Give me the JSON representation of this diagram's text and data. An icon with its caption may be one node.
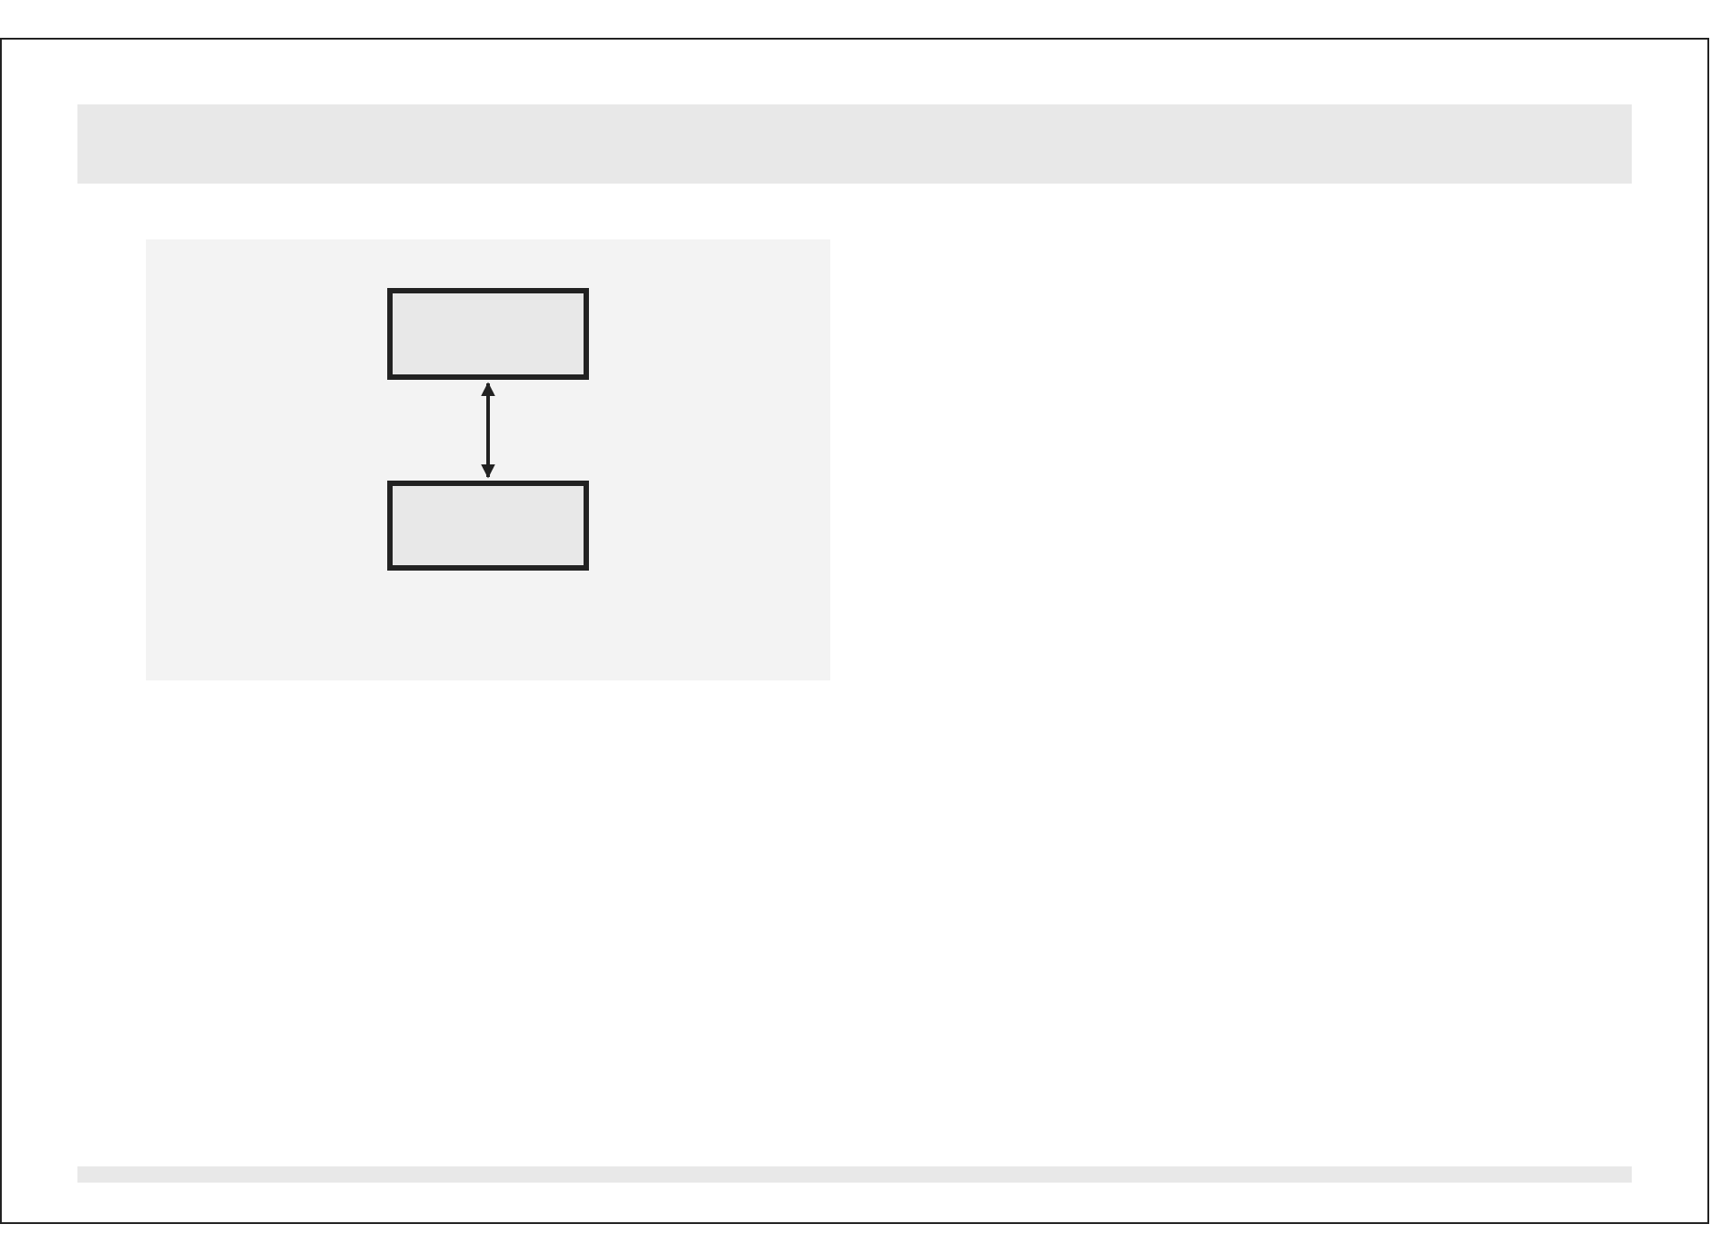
{
  "diagram": {
    "nodes": [
      {
        "text": [],
        "shape": "box"
      },
      {
        "text": [],
        "shape": "box"
      }
    ],
    "edges": [
      {
        "from": 0,
        "to": 1,
        "arrow": "both"
      }
    ]
  }
}
